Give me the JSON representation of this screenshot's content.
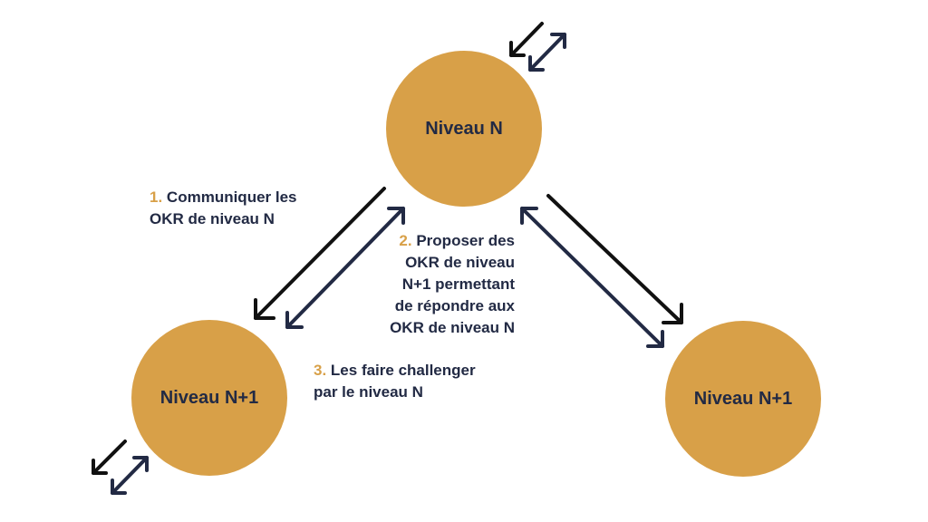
{
  "nodes": {
    "top": {
      "label": "Niveau N"
    },
    "left": {
      "label": "Niveau N+1"
    },
    "right": {
      "label": "Niveau N+1"
    }
  },
  "steps": [
    {
      "number": "1.",
      "lines": [
        "Communiquer les",
        "OKR de niveau N"
      ]
    },
    {
      "number": "2.",
      "lines": [
        "Proposer des",
        "OKR de niveau",
        "N+1 permettant",
        "de répondre aux",
        "OKR de niveau N"
      ]
    },
    {
      "number": "3.",
      "lines": [
        "Les faire challenger",
        "par le niveau N"
      ]
    }
  ],
  "colors": {
    "node_fill": "#d8a048",
    "text_dark": "#222a44",
    "step_number": "#d8a048",
    "arrow_black": "#111111",
    "arrow_navy": "#222a44"
  }
}
